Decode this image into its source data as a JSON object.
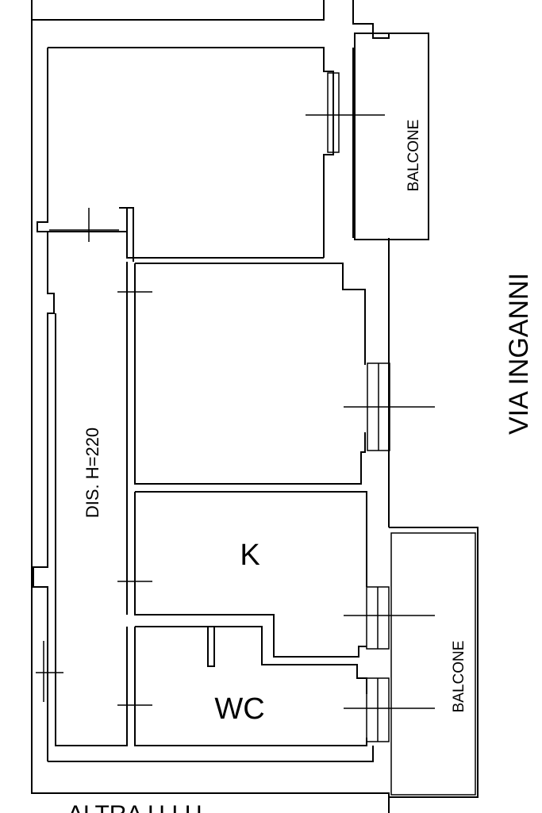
{
  "plan": {
    "street_label": "VIA INGANNI",
    "rooms": {
      "corridor_label": "DIS. H=220",
      "kitchen_label": "K",
      "bathroom_label": "WC"
    },
    "balconies": {
      "upper_label": "BALCONE",
      "lower_label": "BALCONE"
    },
    "adjacent_unit_label": "ALTRA U.I.U."
  }
}
